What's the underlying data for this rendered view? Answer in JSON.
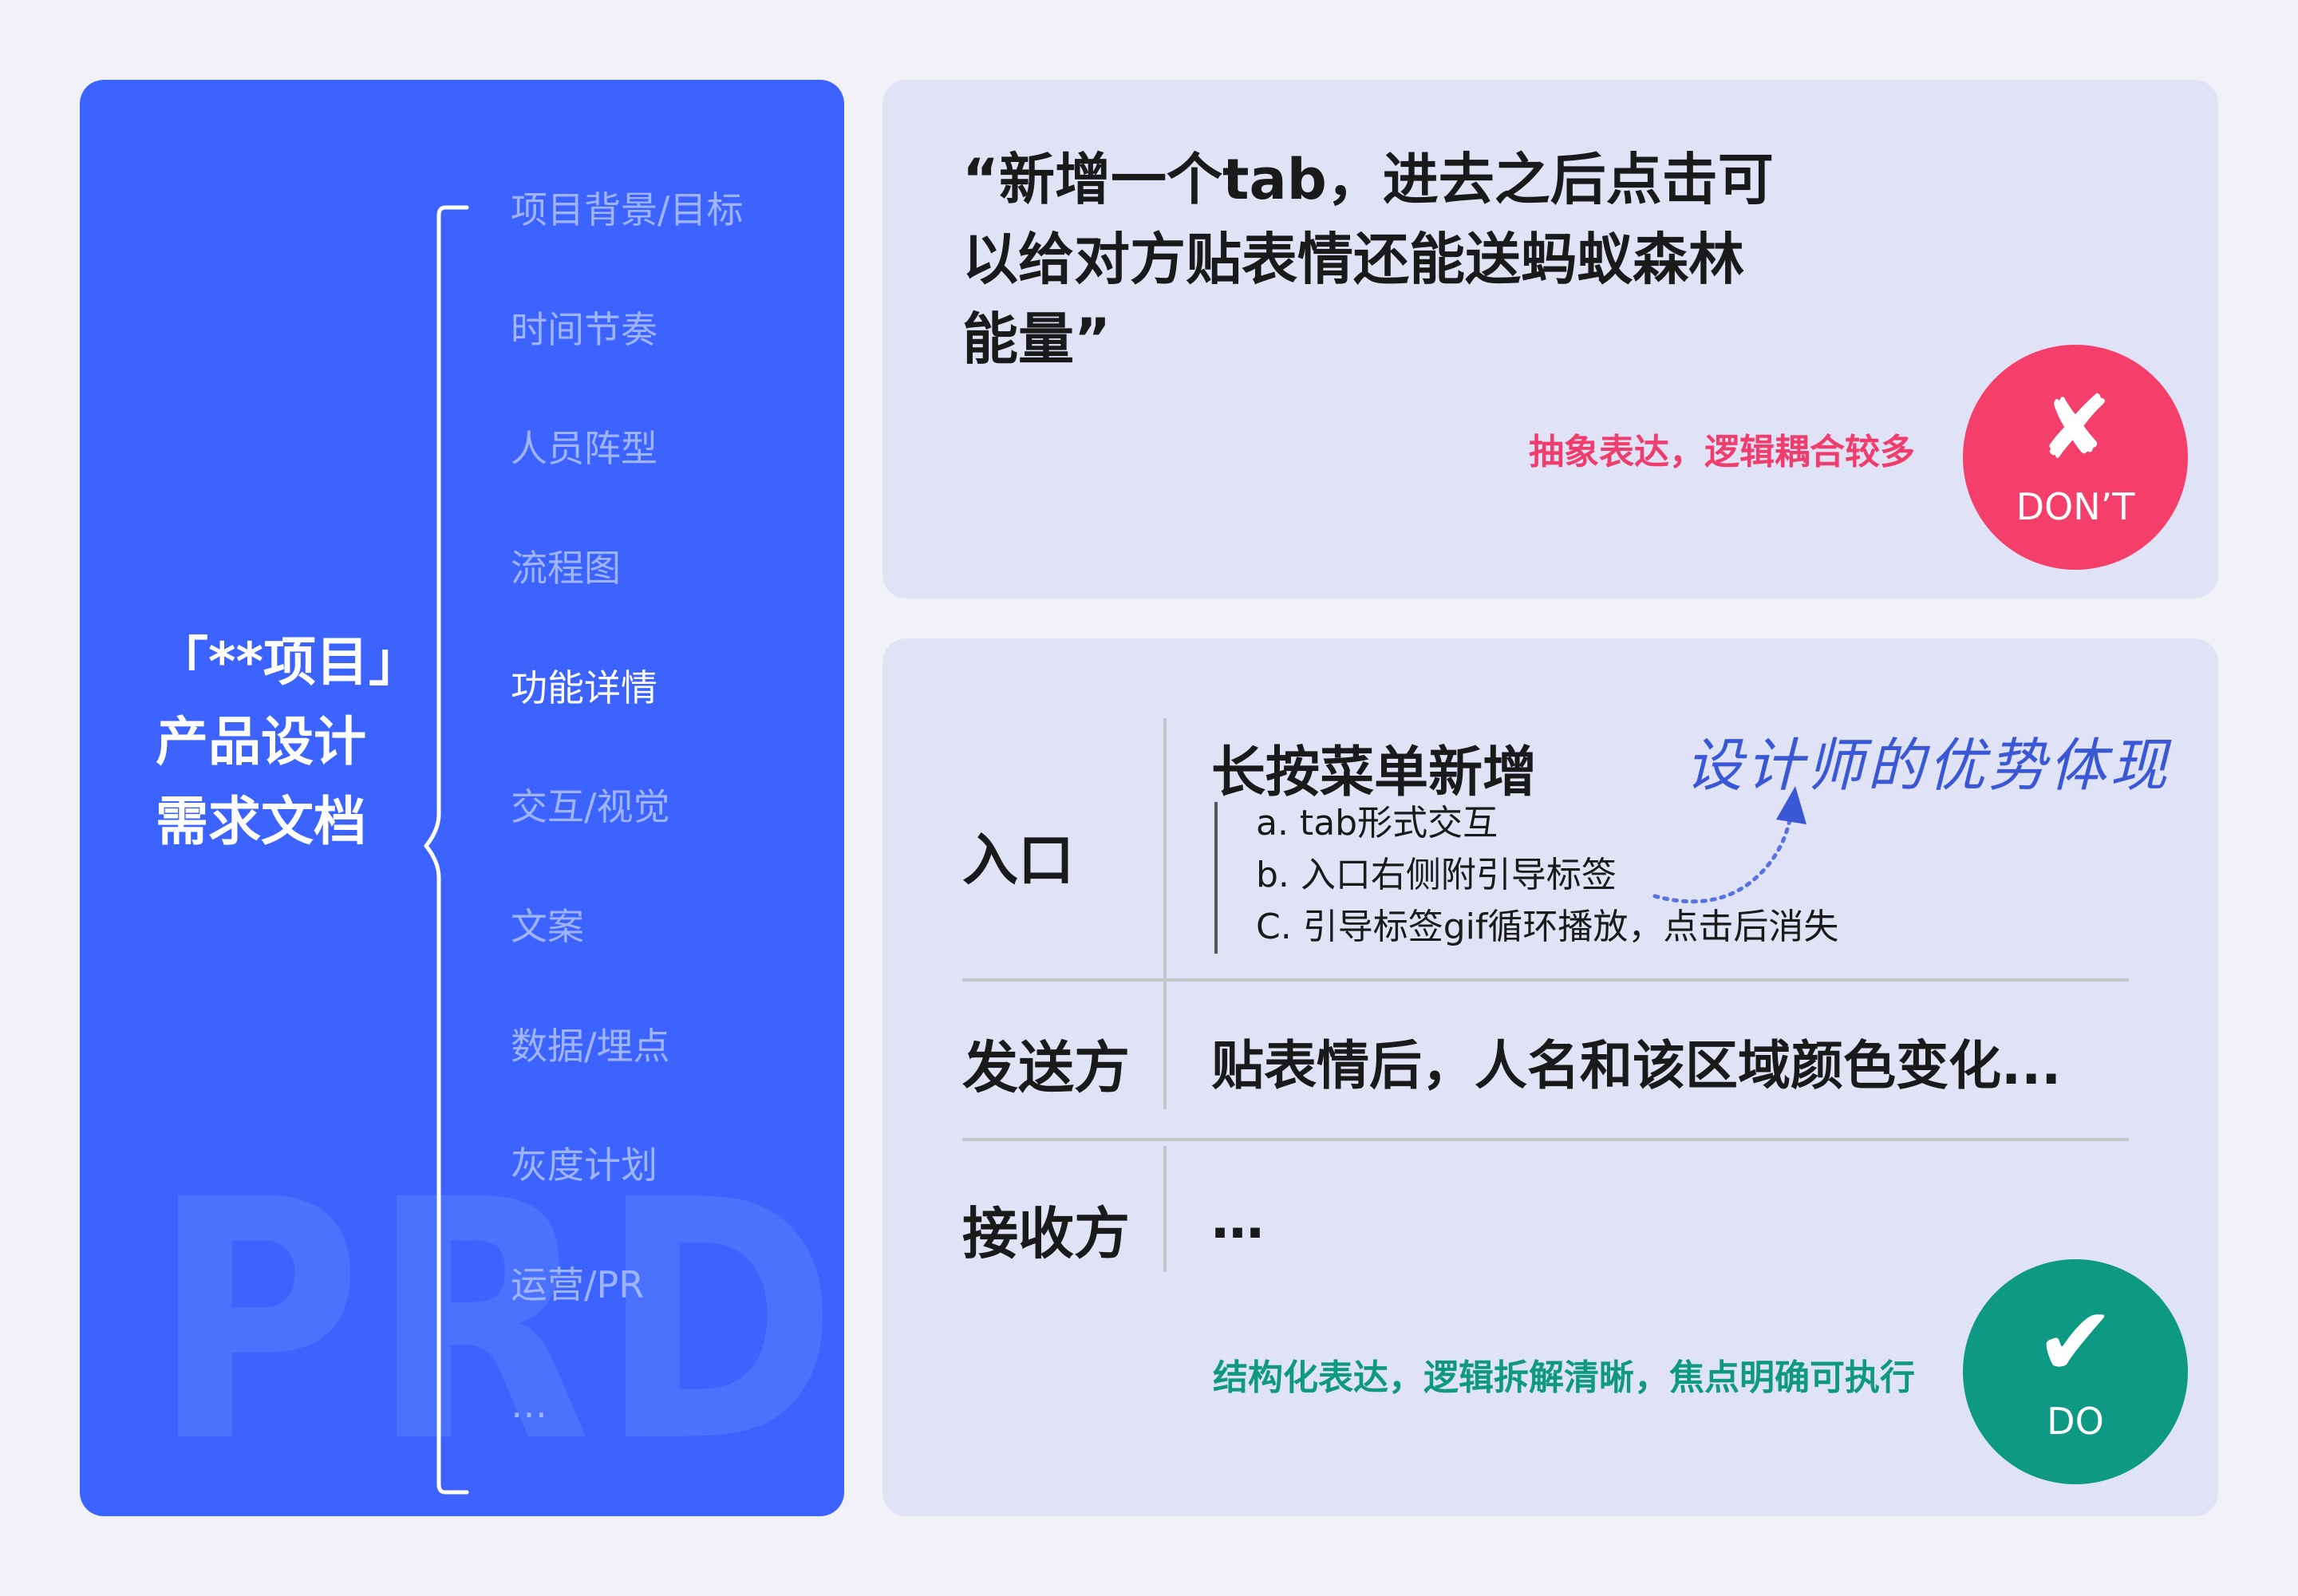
{
  "left": {
    "watermark": "PRD",
    "title_lines": [
      "「**项目」",
      "产品设计",
      "需求文档"
    ],
    "toc": [
      {
        "label": "项目背景/目标",
        "active": false
      },
      {
        "label": "时间节奏",
        "active": false
      },
      {
        "label": "人员阵型",
        "active": false
      },
      {
        "label": "流程图",
        "active": false
      },
      {
        "label": "功能详情",
        "active": true
      },
      {
        "label": "交互/视觉",
        "active": false
      },
      {
        "label": "文案",
        "active": false
      },
      {
        "label": "数据/埋点",
        "active": false
      },
      {
        "label": "灰度计划",
        "active": false
      },
      {
        "label": "运营/PR",
        "active": false
      },
      {
        "label": "…",
        "active": false
      }
    ]
  },
  "dont": {
    "quote_lines": [
      "“新增一个tab，进去之后点击可",
      "以给对方贴表情还能送蚂蚁森林",
      "能量”"
    ],
    "caption": "抽象表达，逻辑耦合较多",
    "badge_mark": "✘",
    "badge_label": "DON’T"
  },
  "do": {
    "rows": [
      {
        "label": "入口"
      },
      {
        "label": "发送方",
        "text": "贴表情后，人名和该区域颜色变化..."
      },
      {
        "label": "接收方",
        "text": "…"
      }
    ],
    "entry_title": "长按菜单新增",
    "entry_items": [
      "a. tab形式交互",
      "b. 入口右侧附引导标签",
      "C. 引导标签gif循环播放，点击后消失"
    ],
    "handwriting": "设计师的优势体现",
    "caption": "结构化表达，逻辑拆解清晰，焦点明确可执行",
    "badge_mark": "✔",
    "badge_label": "DO"
  },
  "colors": {
    "blue_panel": "#3d63ff",
    "card_bg": "#dfe3f5",
    "dont_red": "#f43f6b",
    "do_green": "#0e9985",
    "arrow_blue": "#4a8df0"
  }
}
